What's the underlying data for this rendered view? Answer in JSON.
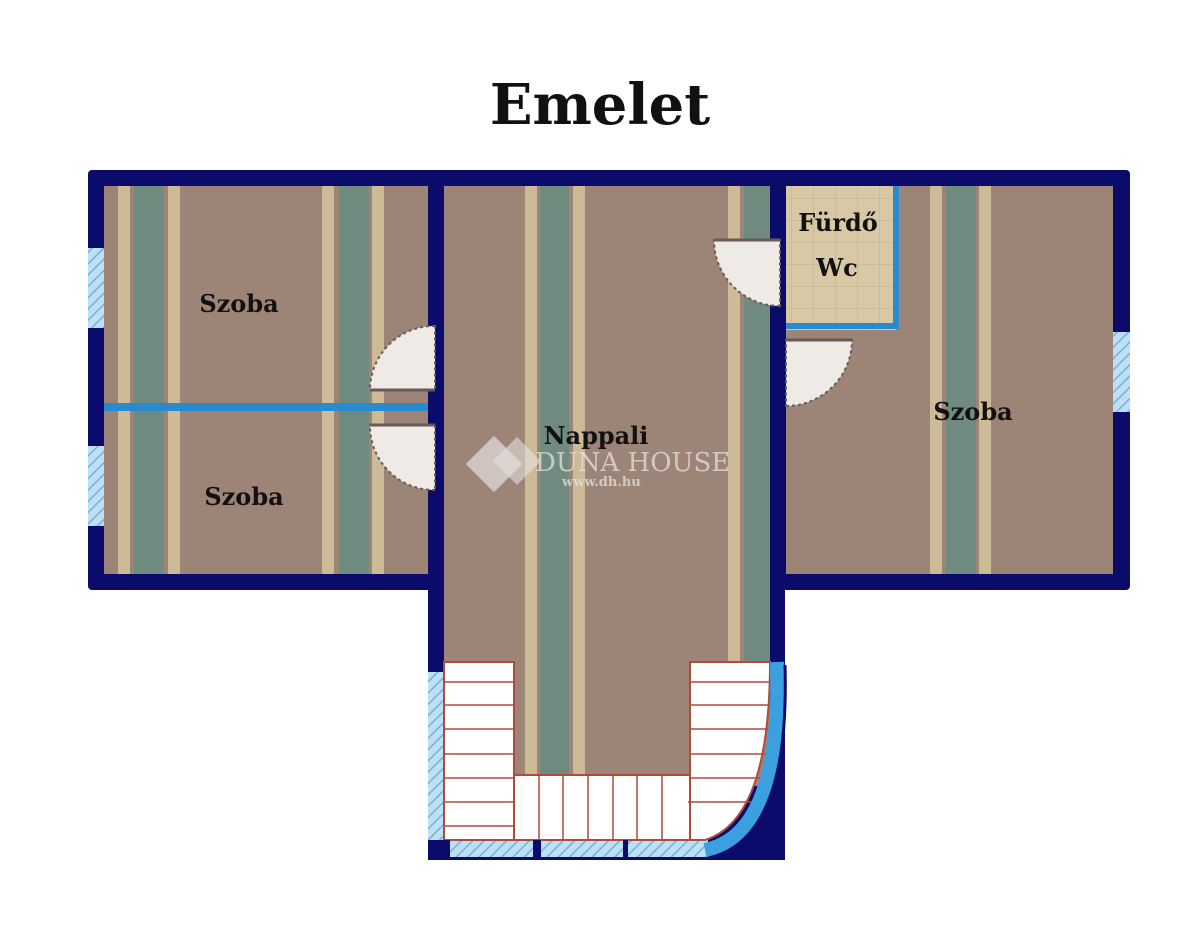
{
  "title": "Emelet",
  "rooms": {
    "szoba_top_left": "Szoba",
    "szoba_bottom_left": "Szoba",
    "nappali": "Nappali",
    "furdo": "Fürdő",
    "wc": "Wc",
    "szoba_right": "Szoba"
  },
  "watermark": {
    "brand": "DUNA HOUSE",
    "url": "www.dh.hu"
  },
  "colors": {
    "wall": "#0b0b6b",
    "floor": "#9c8476",
    "stripe_green": "#6f8a7e",
    "stripe_beige": "#cdbb98",
    "glass": "#3aa0e0",
    "stairs_line": "#b04a3a"
  }
}
